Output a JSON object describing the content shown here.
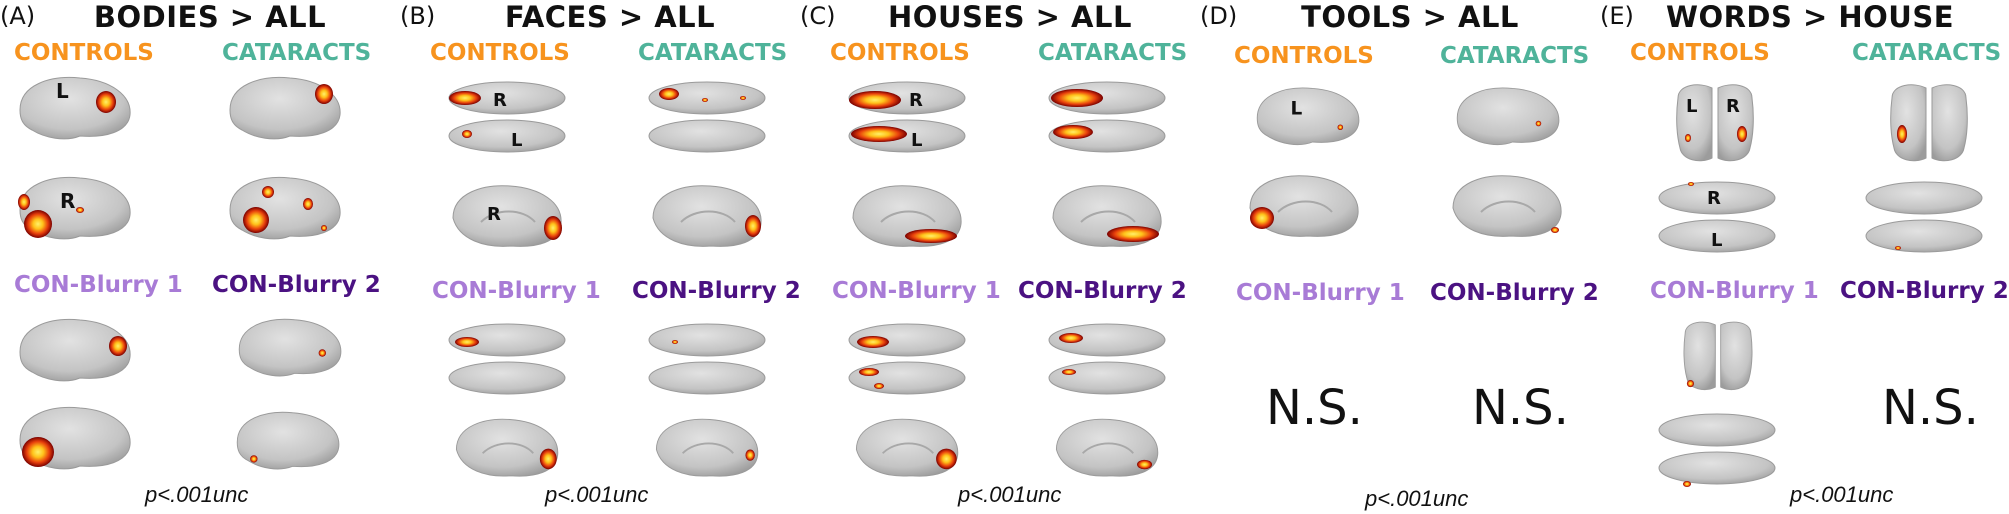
{
  "panels": [
    {
      "label": "(A)",
      "title": "BODIES > ALL",
      "groups": [
        "CONTROLS",
        "CATARACTS",
        "CON-Blurry 1",
        "CON-Blurry 2"
      ],
      "brain_labels": [
        "L",
        "R"
      ],
      "ns": [],
      "p_value": "p<.001unc"
    },
    {
      "label": "(B)",
      "title": "FACES > ALL",
      "groups": [
        "CONTROLS",
        "CATARACTS",
        "CON-Blurry 1",
        "CON-Blurry 2"
      ],
      "brain_labels": [
        "R",
        "L",
        "R"
      ],
      "ns": [],
      "p_value": "p<.001unc"
    },
    {
      "label": "(C)",
      "title": "HOUSES > ALL",
      "groups": [
        "CONTROLS",
        "CATARACTS",
        "CON-Blurry 1",
        "CON-Blurry 2"
      ],
      "brain_labels": [
        "R",
        "L"
      ],
      "ns": [],
      "p_value": "p<.001unc"
    },
    {
      "label": "(D)",
      "title": "TOOLS > ALL",
      "groups": [
        "CONTROLS",
        "CATARACTS",
        "CON-Blurry 1",
        "CON-Blurry 2"
      ],
      "brain_labels": [
        "L"
      ],
      "ns": [
        "N.S.",
        "N.S."
      ],
      "p_value": "p<.001unc"
    },
    {
      "label": "(E)",
      "title": "WORDS > HOUSE",
      "groups": [
        "CONTROLS",
        "CATARACTS",
        "CON-Blurry 1",
        "CON-Blurry 2"
      ],
      "brain_labels": [
        "L",
        "R",
        "R",
        "L"
      ],
      "ns": [
        "N.S."
      ],
      "p_value": "p<.001unc"
    }
  ],
  "colors": {
    "controls": "#f7931e",
    "cataracts": "#4fb39a",
    "con_blurry_1": "#a87bd6",
    "con_blurry_2": "#4b1282",
    "brain_surface": "#c9c9c9",
    "activation_low": "#8b0000",
    "activation_mid": "#e8400c",
    "activation_high": "#ffd21a"
  }
}
